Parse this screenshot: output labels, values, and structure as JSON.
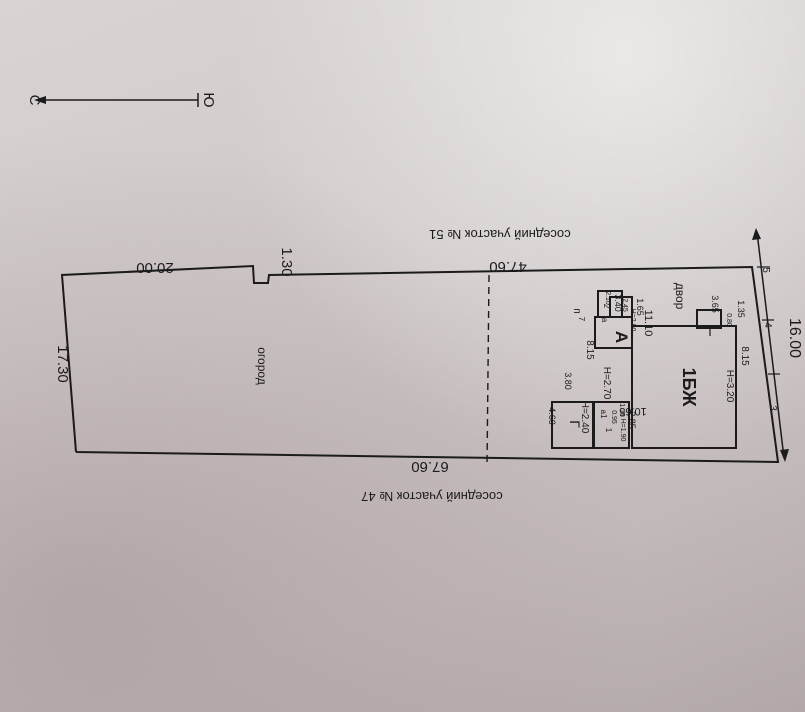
{
  "compass": {
    "north": "С",
    "south": "Ю"
  },
  "neighbors": {
    "top": "соседний участок № 51",
    "bottom": "соседний участок № 47"
  },
  "plot": {
    "dim_left": "17.30",
    "dim_top_left": "20.00",
    "dim_step": "1.30",
    "dim_top_right": "47.60",
    "dim_bottom": "67.60",
    "dim_right": "16.00",
    "garden_label": "огород",
    "yard_label": "двор",
    "building_label": "1БЖ",
    "annex_label": "А",
    "shed_label": "Г"
  },
  "building_dims": {
    "d_11_10": "11.10",
    "d_10_65": "10.65",
    "d_8_15_left": "8.15",
    "d_8_15_right": "8.15",
    "h_2_70": "Н=2.70",
    "h_3_20": "Н=3.20",
    "h_2_40": "Н=2.40",
    "d_4_60": "4.60",
    "d_3_80": "3.80",
    "d_2_85": "2.85",
    "d_1_65": "1.65",
    "d_3_40": "3.40",
    "d_3_65": "3.65",
    "d_1_35": "1.35",
    "d_0_80": "0.80",
    "d_2_45": "2.45",
    "d_1_10": "1.10",
    "d_0_95": "0.95",
    "d_2_10": "2.10",
    "h_1_90": "Н=1.90",
    "h_2_00": "Н=2.00",
    "a1": "а1",
    "a": "а",
    "mark_1": "1",
    "mark_2": "2",
    "sep": "п",
    "sep_n": "7"
  },
  "points": {
    "p3": "3",
    "p4": "4",
    "p5": "5"
  }
}
